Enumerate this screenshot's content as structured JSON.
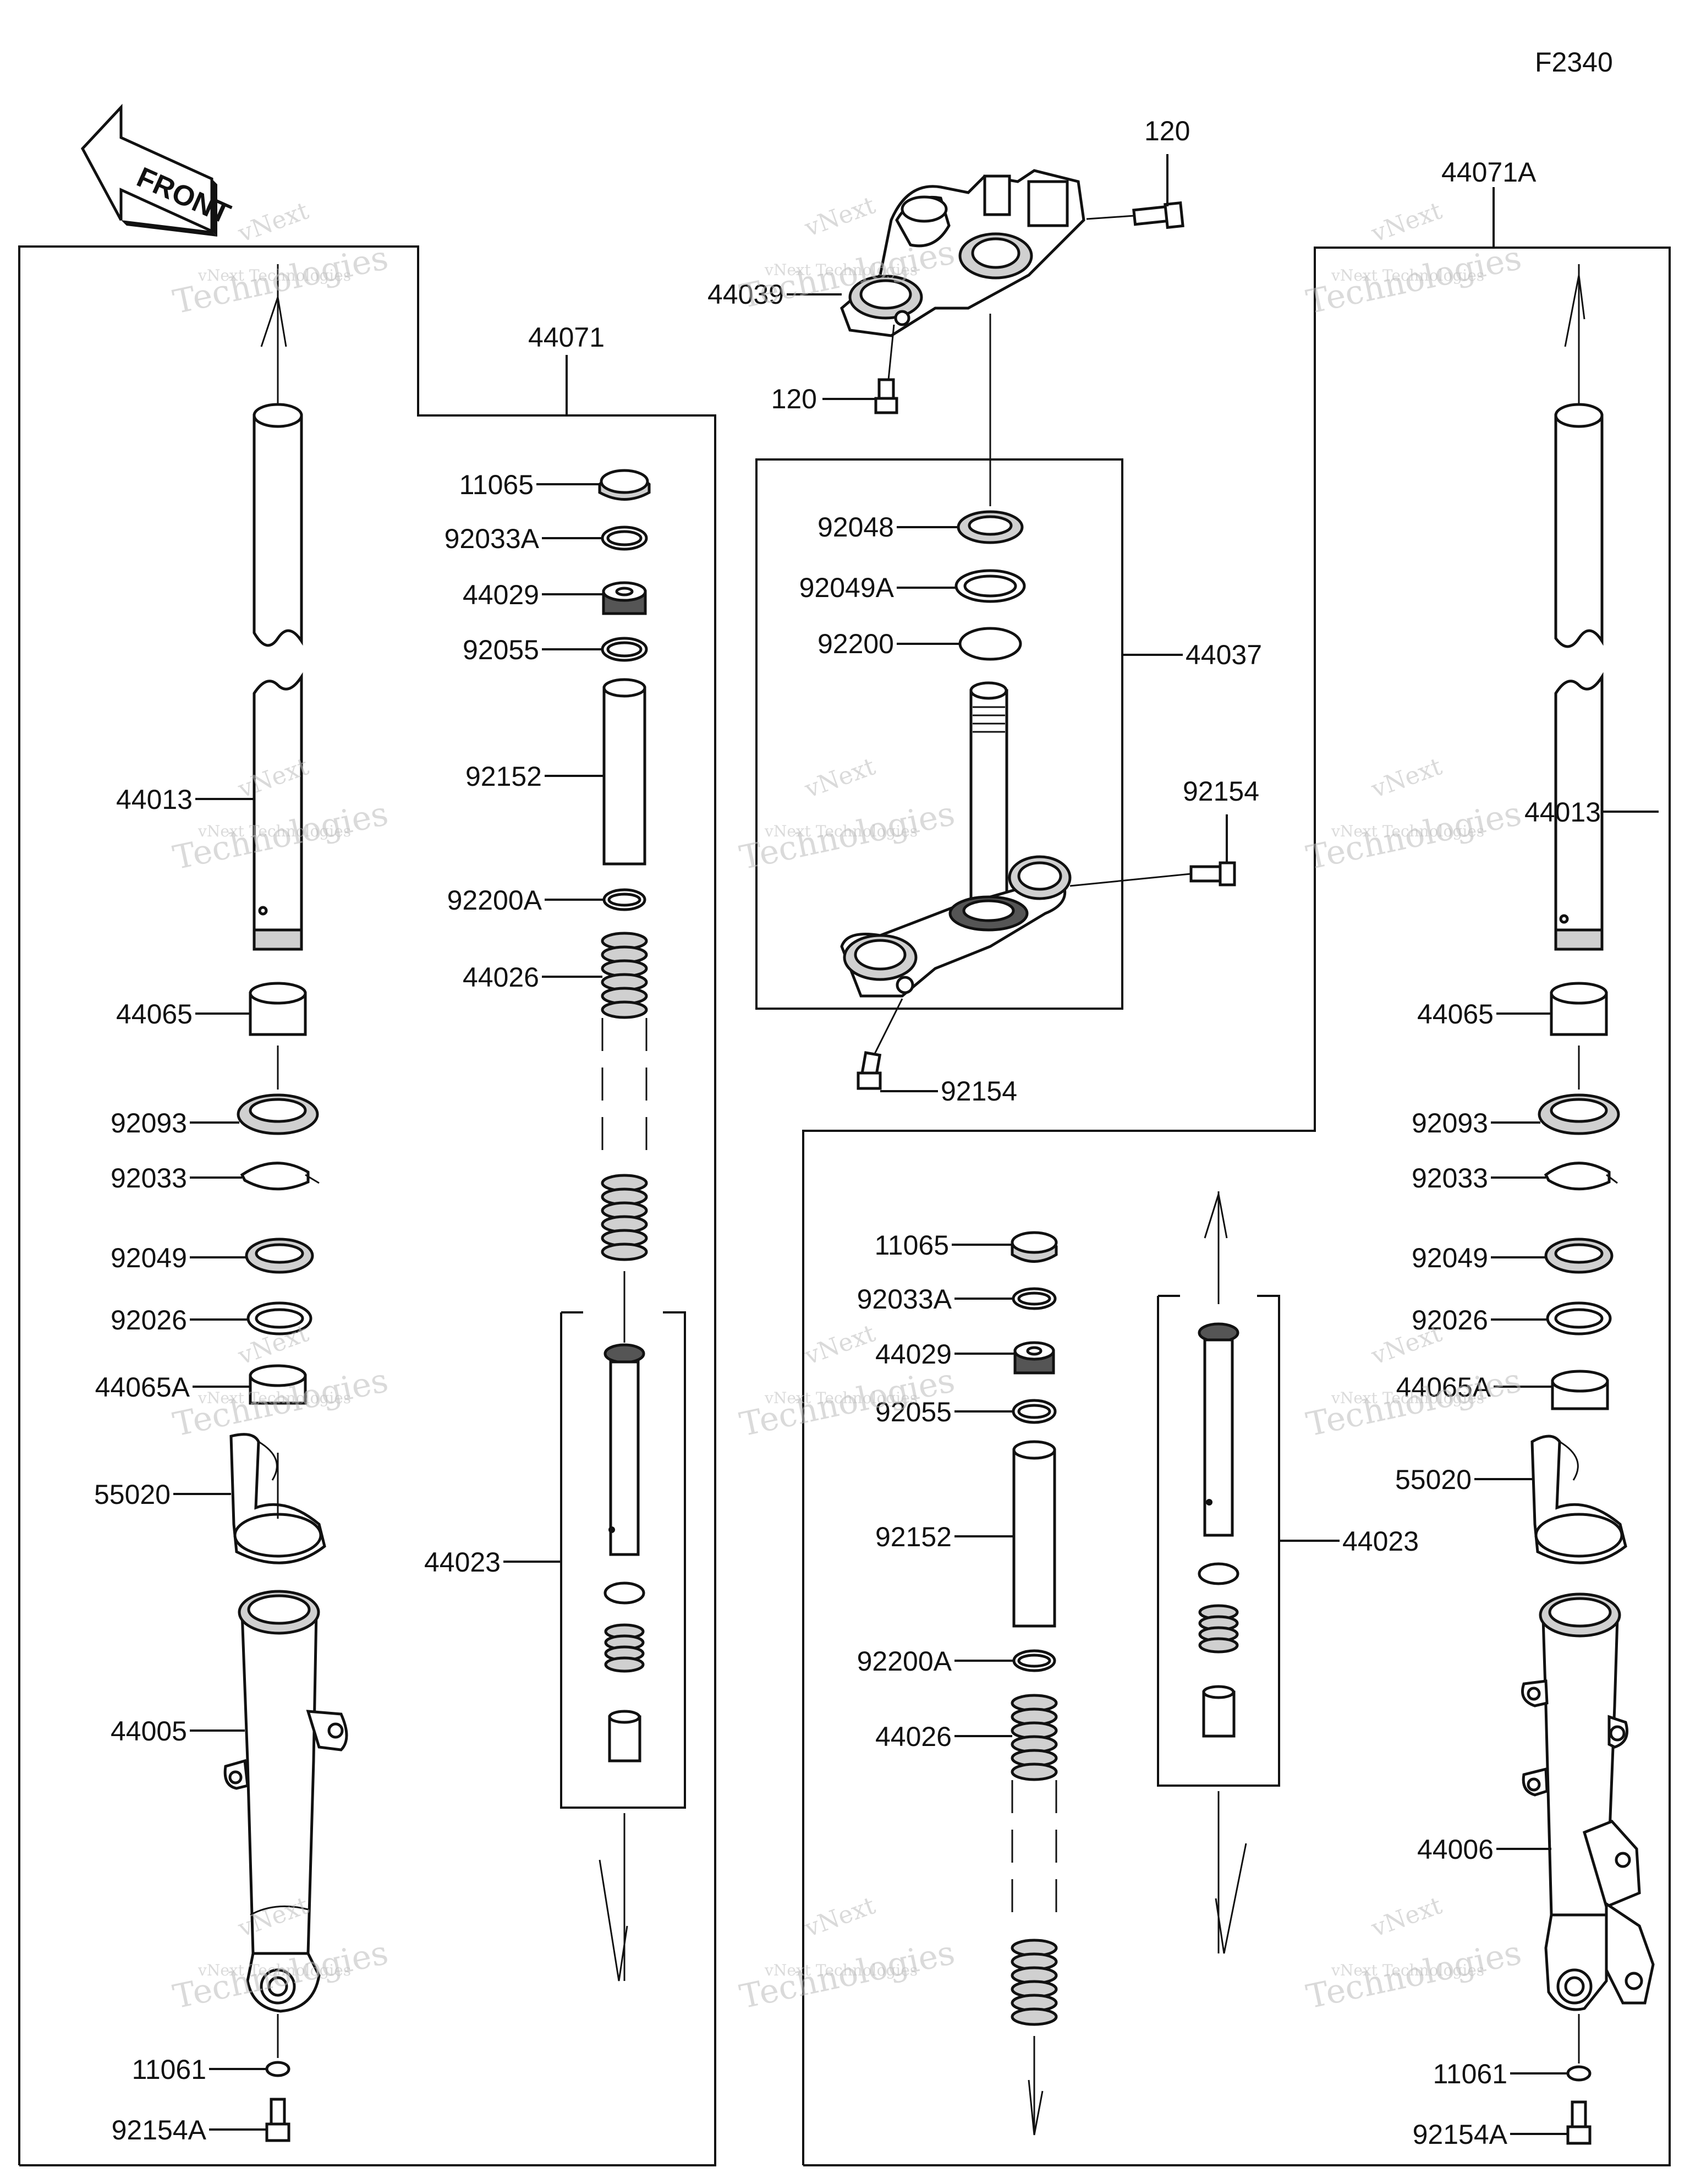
{
  "figure_code": "F2340",
  "front_badge": "FRONT",
  "watermark": {
    "line1": "vNext",
    "line2": "vNext Technologies",
    "line3": "Technologies"
  },
  "labels": {
    "p120_top": "120",
    "p120_bot": "120",
    "p44039": "44039",
    "p44071": "44071",
    "p44071A": "44071A",
    "p44037": "44037",
    "p92048": "92048",
    "p92049A": "92049A",
    "p92200": "92200",
    "p92154_r": "92154",
    "p92154_b": "92154",
    "L_11065": "11065",
    "L_92033A": "92033A",
    "L_44029": "44029",
    "L_92055": "92055",
    "L_92152": "92152",
    "L_92200A": "92200A",
    "L_44026": "44026",
    "L_44023": "44023",
    "L_44013": "44013",
    "L_44065": "44065",
    "L_92093": "92093",
    "L_92033": "92033",
    "L_92049": "92049",
    "L_92026": "92026",
    "L_44065A": "44065A",
    "L_55020": "55020",
    "L_44005": "44005",
    "L_11061": "11061",
    "L_92154A": "92154A",
    "R_11065": "11065",
    "R_92033A": "92033A",
    "R_44029": "44029",
    "R_92055": "92055",
    "R_92152": "92152",
    "R_92200A": "92200A",
    "R_44026": "44026",
    "R_44023": "44023",
    "R_44013": "44013",
    "R_44065": "44065",
    "R_92093": "92093",
    "R_92033": "92033",
    "R_92049": "92049",
    "R_92026": "92026",
    "R_44065A": "44065A",
    "R_55020": "55020",
    "R_44006": "44006",
    "R_11061": "11061",
    "R_92154A": "92154A"
  }
}
